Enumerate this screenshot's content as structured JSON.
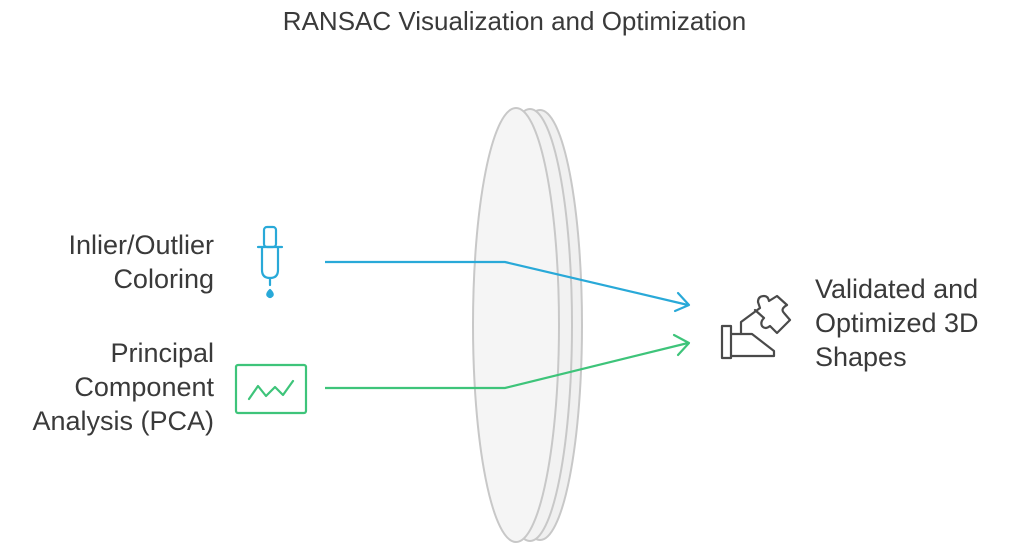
{
  "title": "RANSAC Visualization and Optimization",
  "inputs": [
    {
      "lines": [
        "Inlier/Outlier",
        "Coloring"
      ],
      "icon": "pipette-icon",
      "color": "#29a9d8"
    },
    {
      "lines": [
        "Principal",
        "Component",
        "Analysis (PCA)"
      ],
      "icon": "chart-monitor-icon",
      "color": "#3ec47a"
    }
  ],
  "output": {
    "lines": [
      "Validated and",
      "Optimized 3D",
      "Shapes"
    ],
    "icon": "hand-puzzle-icon",
    "color": "#4a4a4a"
  },
  "lens": {
    "fill": "#f4f4f4",
    "stroke": "#c8c8c8"
  }
}
